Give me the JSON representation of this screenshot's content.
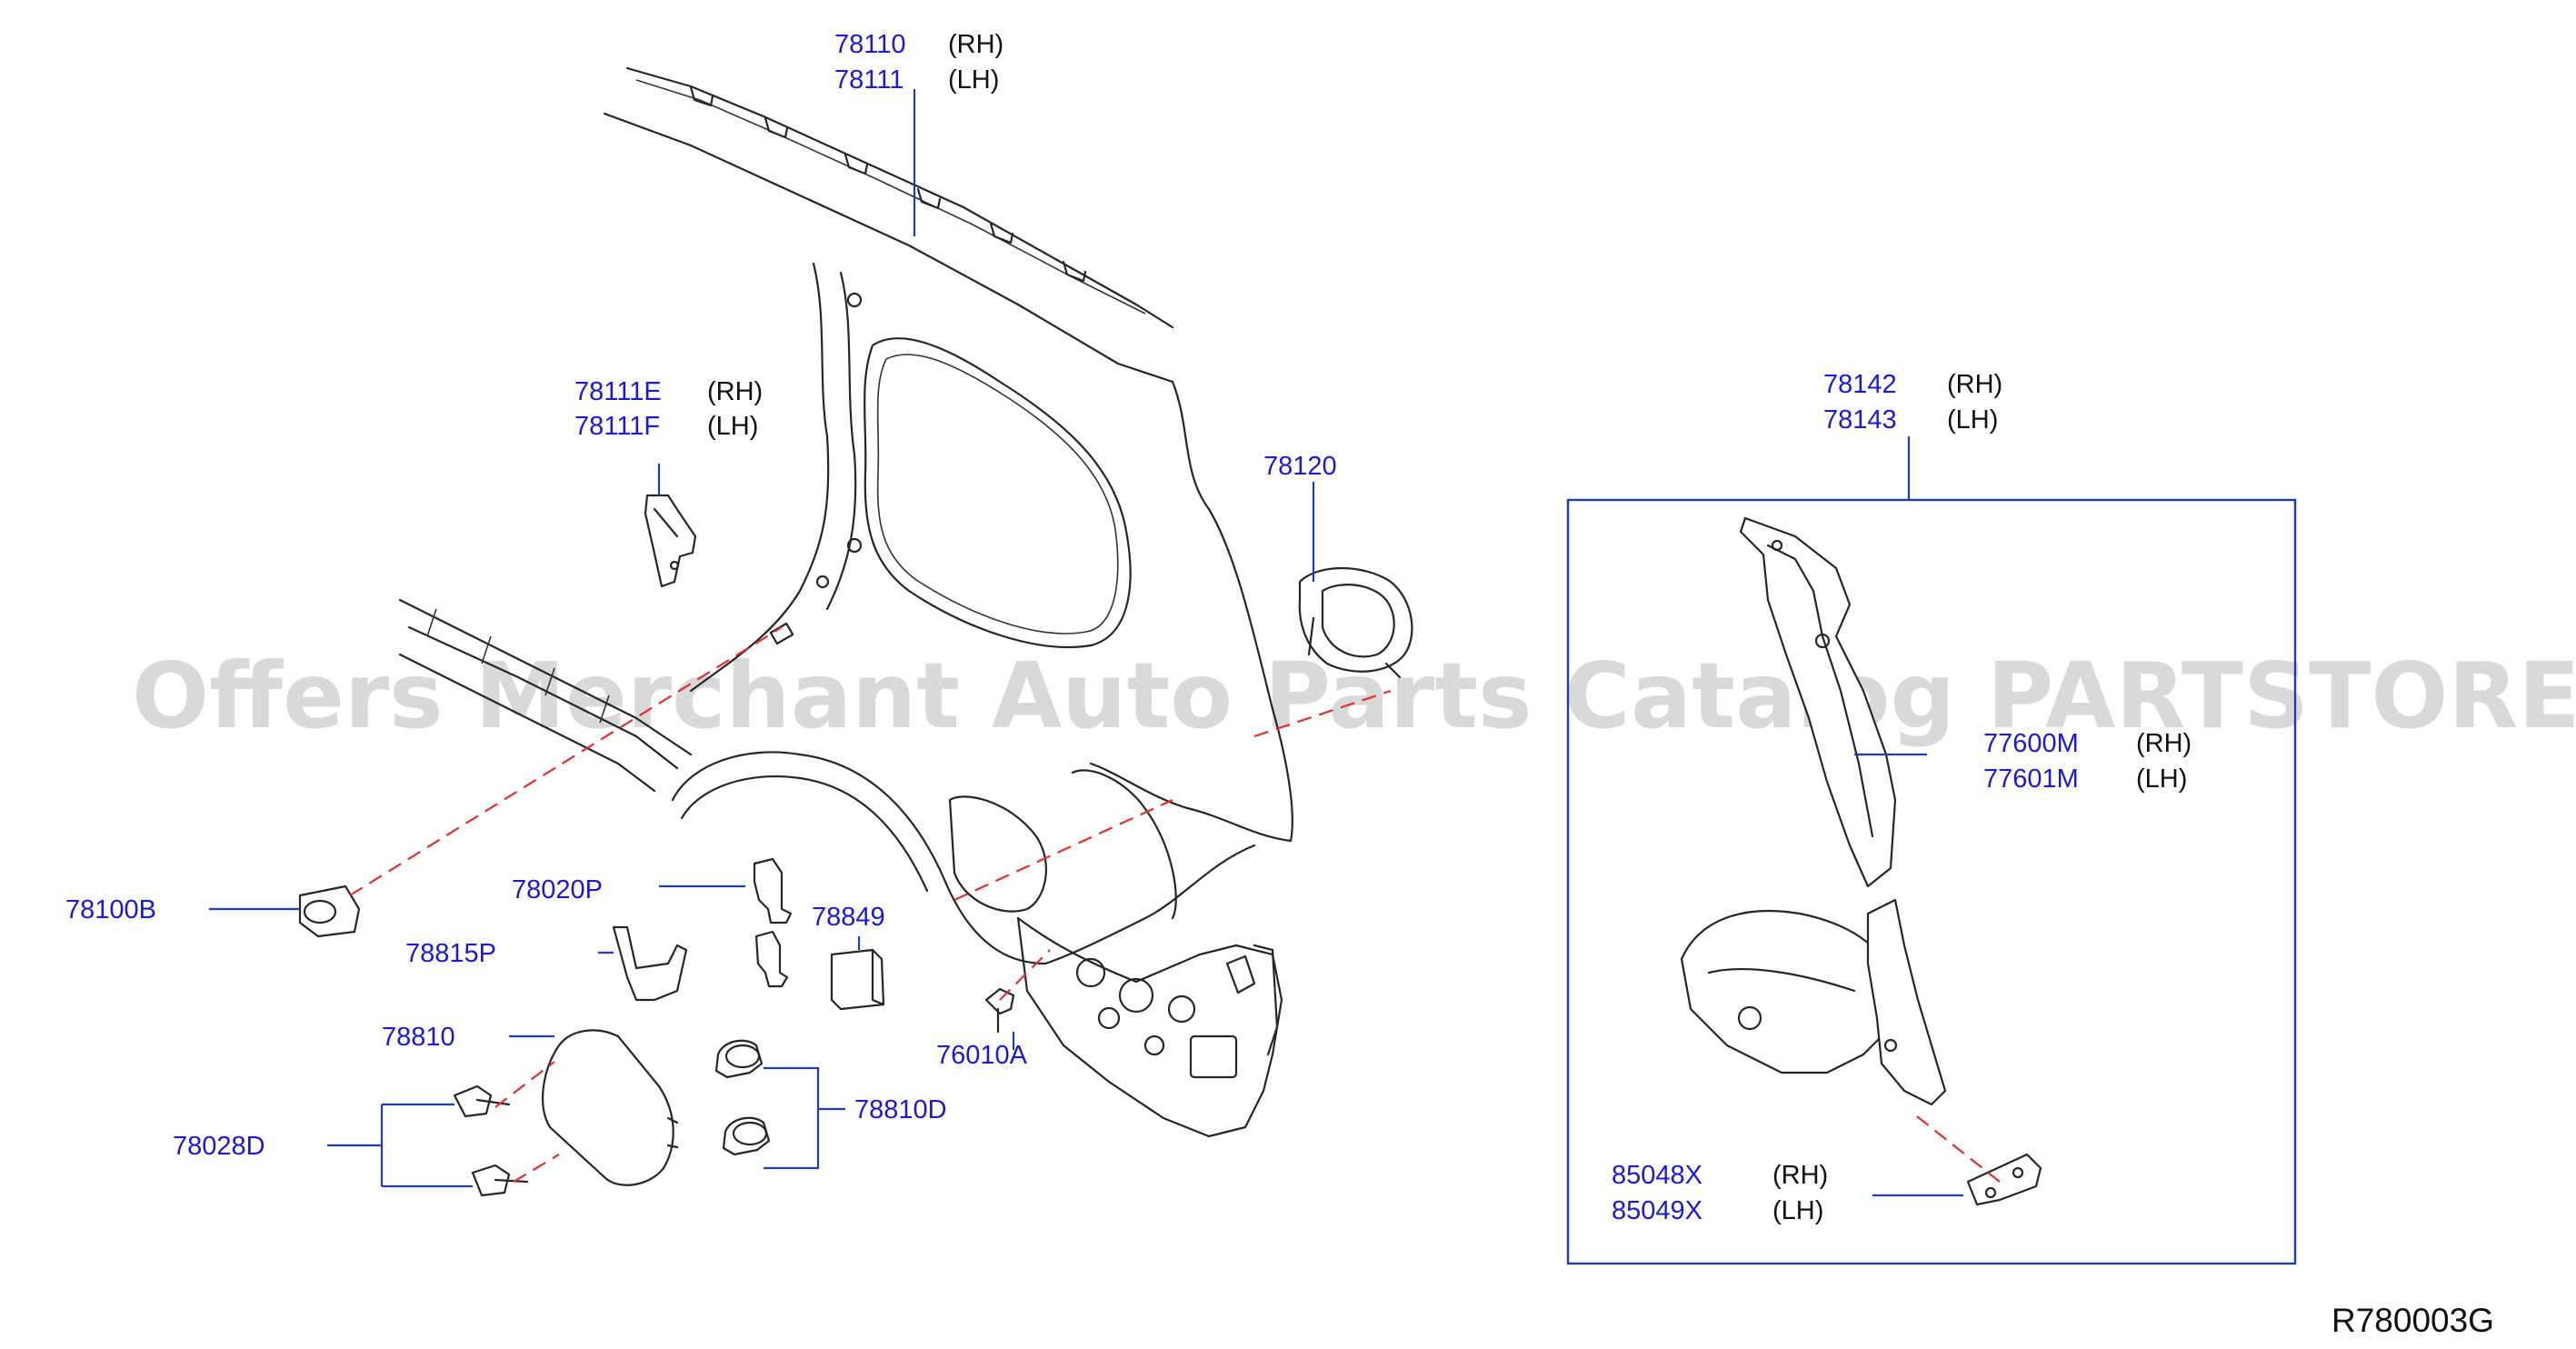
{
  "watermark": "Offers Merchant Auto Parts Catalog PARTSTORE.SA",
  "reference_code": "R780003G",
  "callouts": {
    "c78110": {
      "number": "78110",
      "side": "(RH)"
    },
    "c78111": {
      "number": "78111",
      "side": "(LH)"
    },
    "c78111E": {
      "number": "78111E",
      "side": "(RH)"
    },
    "c78111F": {
      "number": "78111F",
      "side": "(LH)"
    },
    "c78120": {
      "number": "78120"
    },
    "c78142": {
      "number": "78142",
      "side": "(RH)"
    },
    "c78143": {
      "number": "78143",
      "side": "(LH)"
    },
    "c77600M": {
      "number": "77600M",
      "side": "(RH)"
    },
    "c77601M": {
      "number": "77601M",
      "side": "(LH)"
    },
    "c78100B": {
      "number": "78100B"
    },
    "c78020P": {
      "number": "78020P"
    },
    "c78849": {
      "number": "78849"
    },
    "c78815P": {
      "number": "78815P"
    },
    "c76010A": {
      "number": "76010A"
    },
    "c78810": {
      "number": "78810"
    },
    "c78810D": {
      "number": "78810D"
    },
    "c78028D": {
      "number": "78028D"
    },
    "c85048X": {
      "number": "85048X",
      "side": "(RH)"
    },
    "c85049X": {
      "number": "85049X",
      "side": "(LH)"
    }
  }
}
